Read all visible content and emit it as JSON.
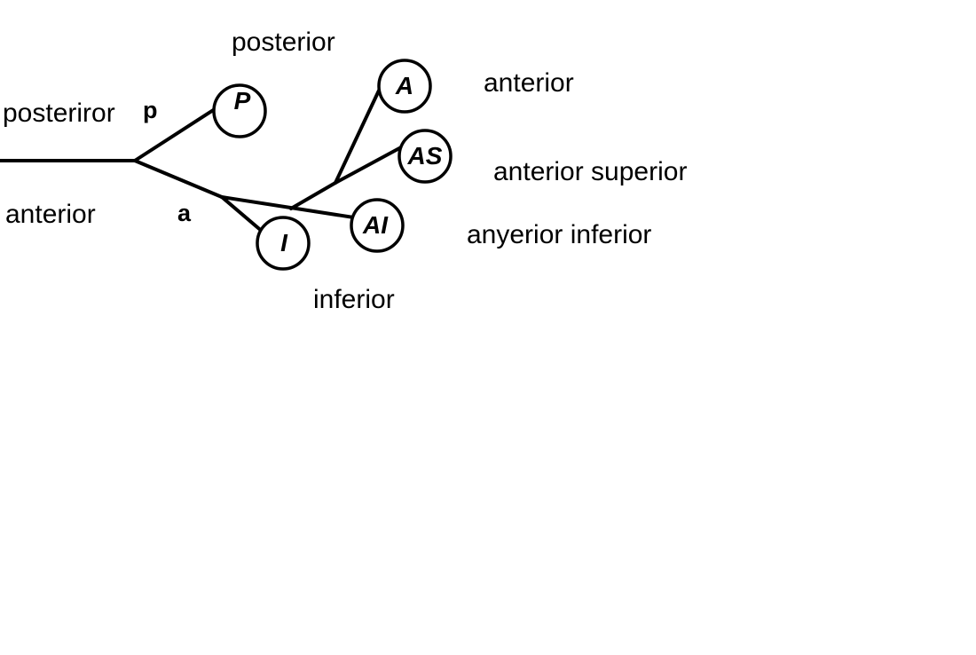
{
  "labels": {
    "posterior_top": "posterior",
    "posteriror_left": "posteriror",
    "p_mark": "p",
    "anterior_left": "anterior",
    "a_mark": "a",
    "anterior_right": "anterior",
    "anterior_superior": "anterior superior",
    "anyerior_inferior": "anyerior inferior",
    "inferior_bottom": "inferior"
  },
  "nodes": {
    "P": "P",
    "A": "A",
    "AS": "AS",
    "AI": "AI",
    "I": "I"
  }
}
